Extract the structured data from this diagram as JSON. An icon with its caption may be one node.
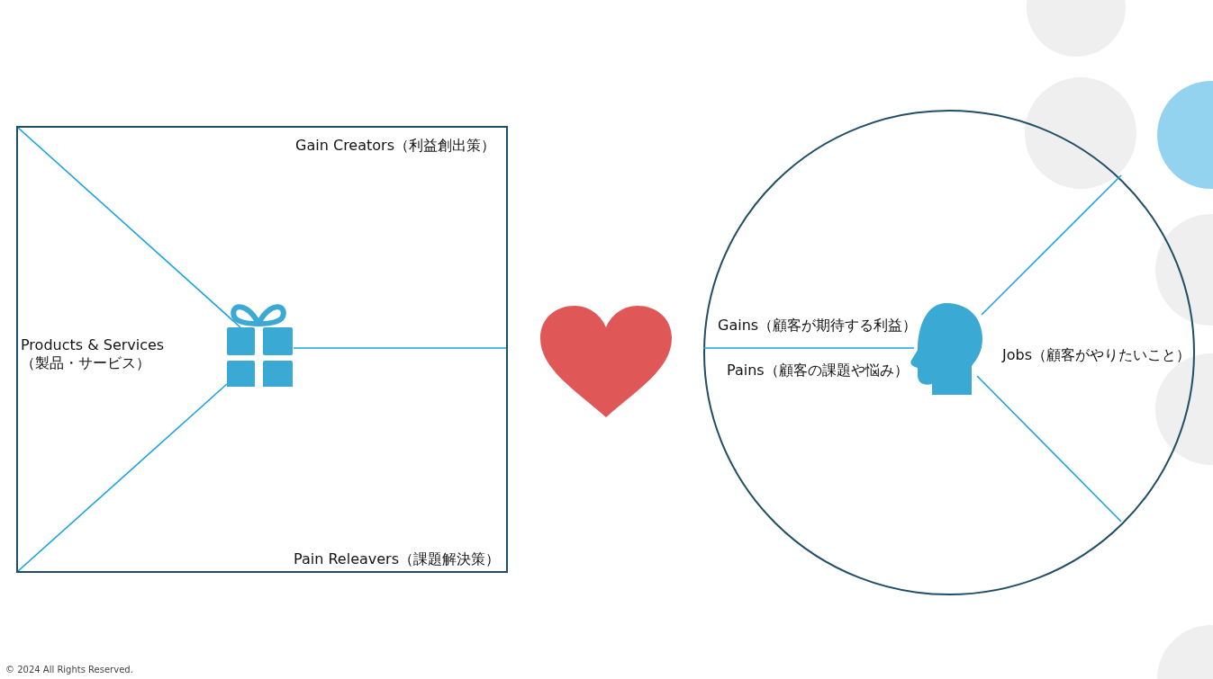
{
  "diagram": {
    "nodes": [
      {
        "text": [
          "Gain Creators（利益創出策）",
          "Products & Services （製品・サービス）",
          "Pain Releavers（課題解決策）"
        ]
      },
      {
        "text": [],
        "shape": "picture",
        "in": 0
      },
      {
        "text": [],
        "shape": "picture"
      },
      {
        "text": [
          "Gains（顧客が期待する利益）",
          "Pains（顧客の課題や悩み）",
          "Jobs（顧客がやりたいこと）"
        ]
      },
      {
        "text": [],
        "shape": "picture",
        "in": 3
      }
    ],
    "edges": [],
    "labels": [
      "© 2024 All Rights Reserved."
    ]
  }
}
